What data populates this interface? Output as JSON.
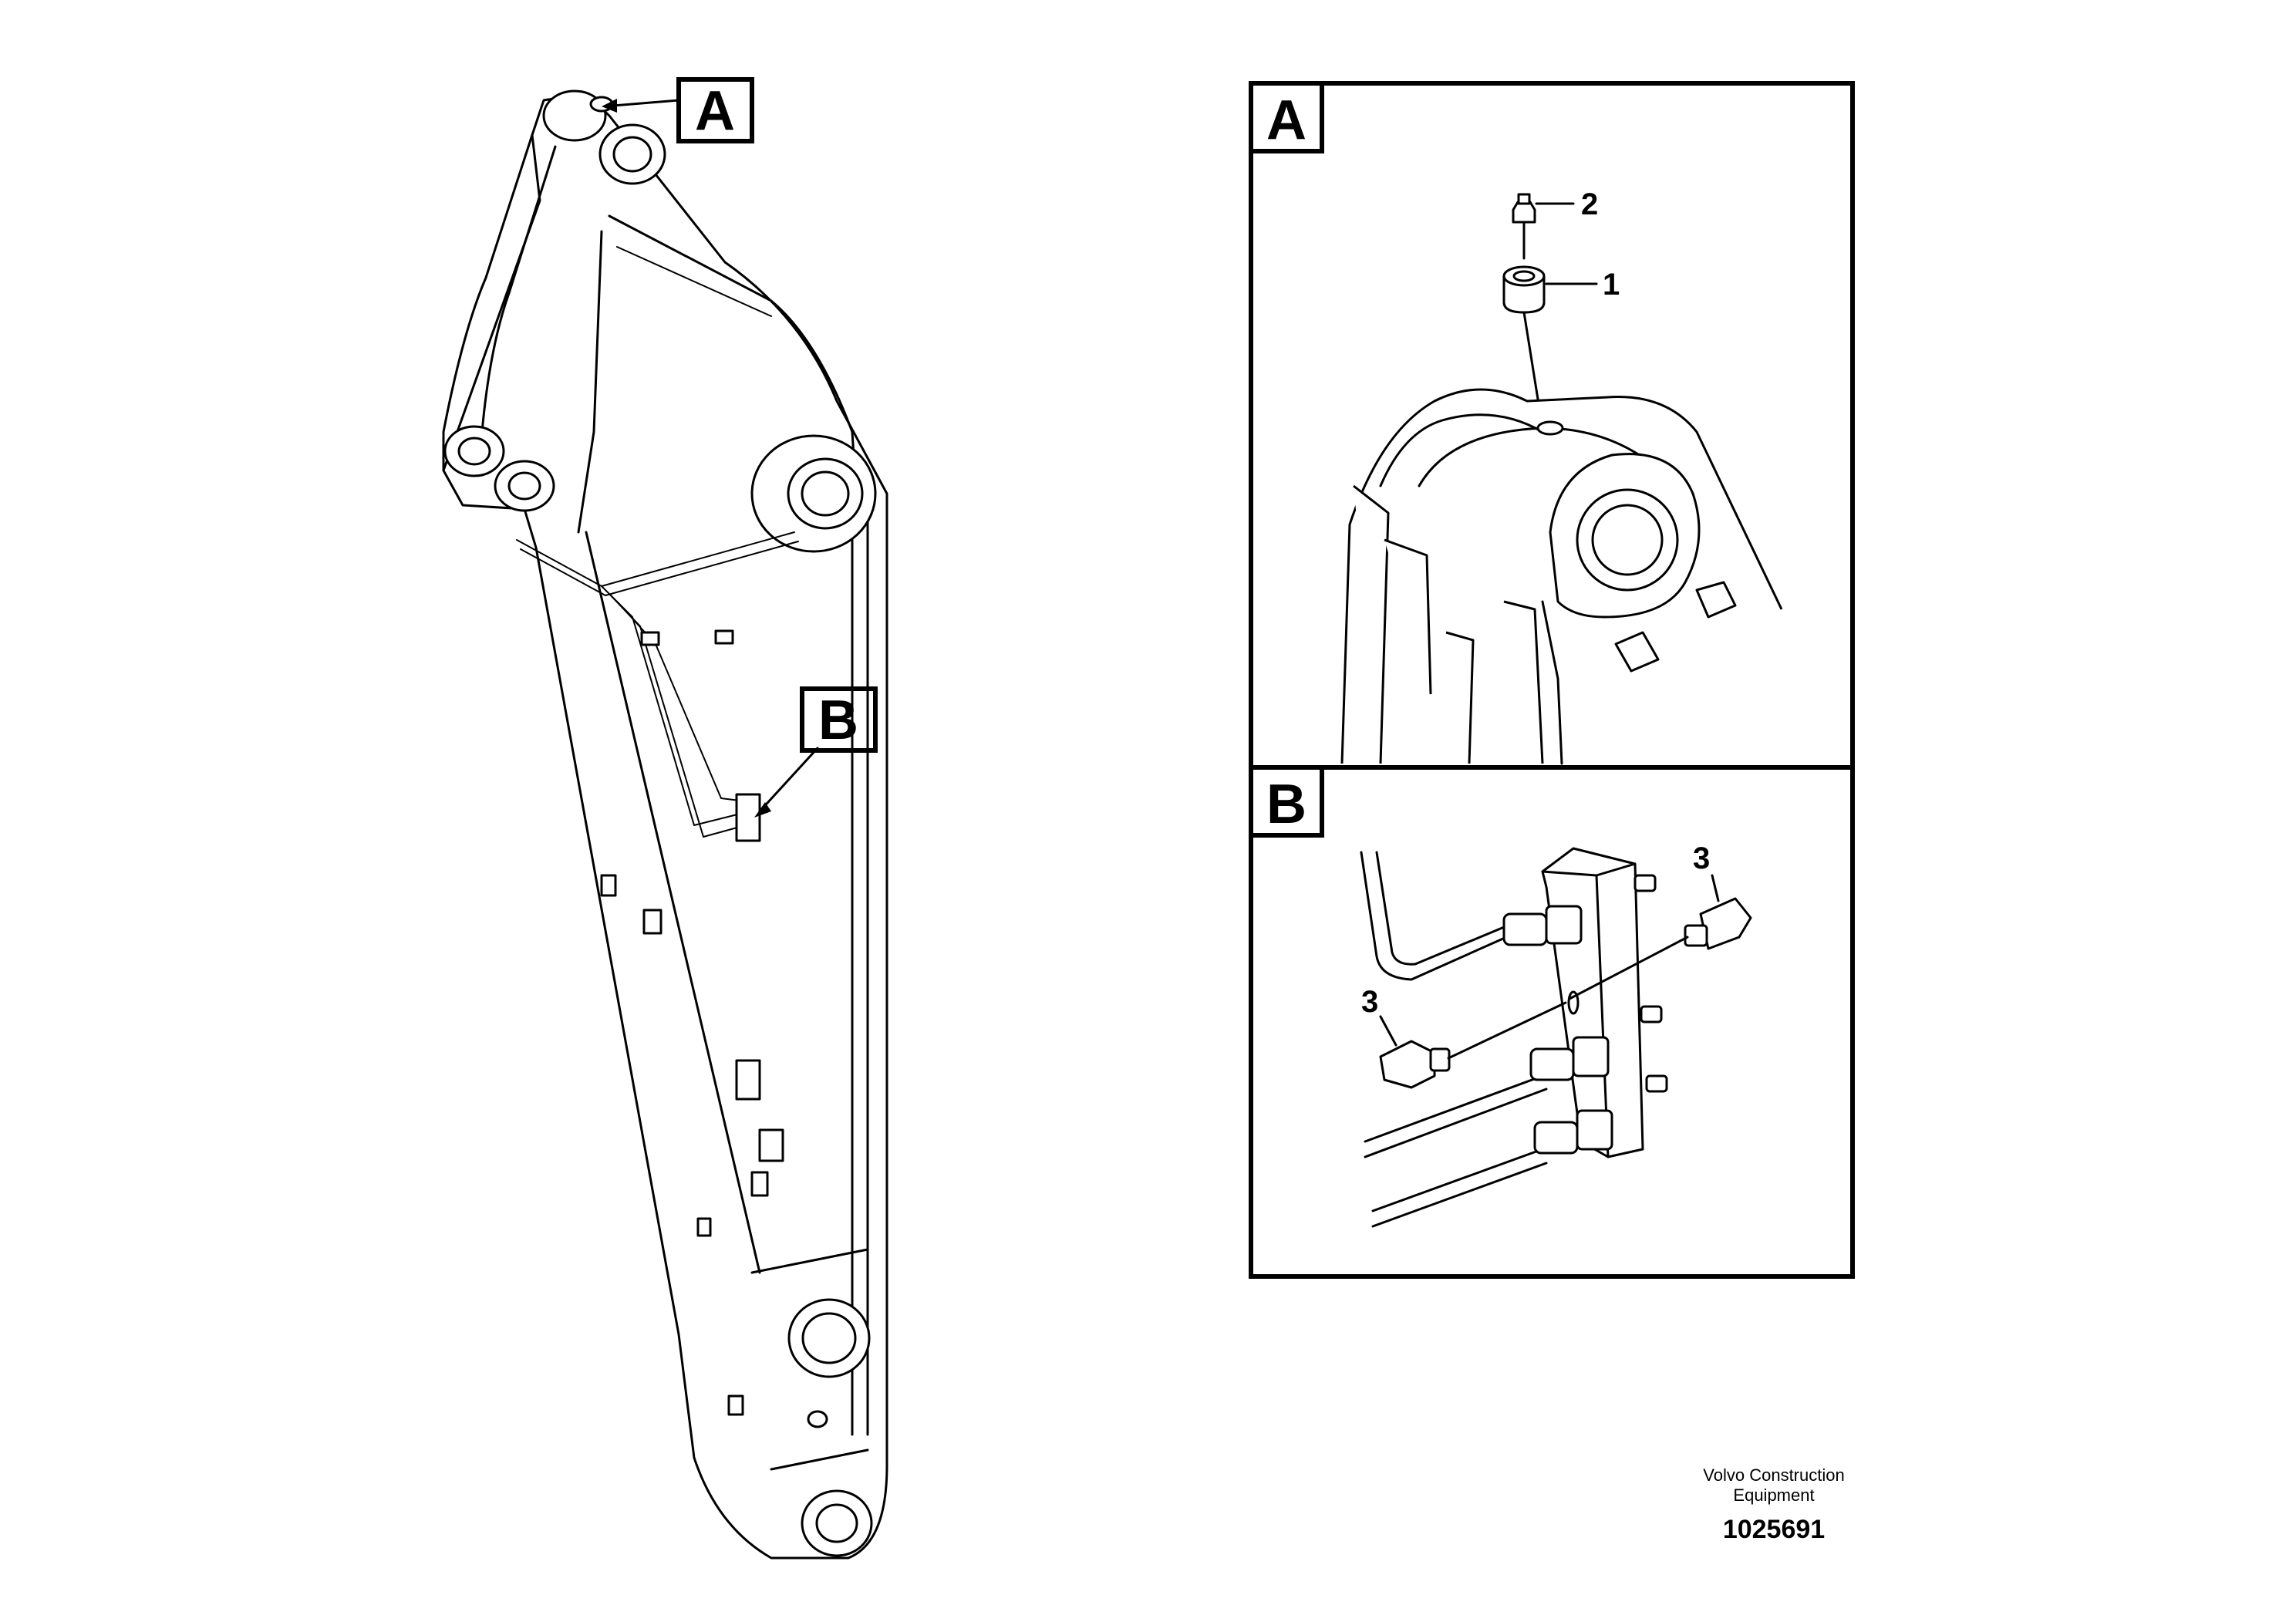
{
  "callouts": {
    "detail_a_label": "A",
    "detail_b_label": "B"
  },
  "detail_a": {
    "title": "A",
    "items": [
      "2",
      "1"
    ]
  },
  "detail_b": {
    "title": "B",
    "items": [
      "3",
      "3"
    ]
  },
  "footer": {
    "company_line1": "Volvo Construction",
    "company_line2": "Equipment",
    "document_number": "1025691"
  }
}
